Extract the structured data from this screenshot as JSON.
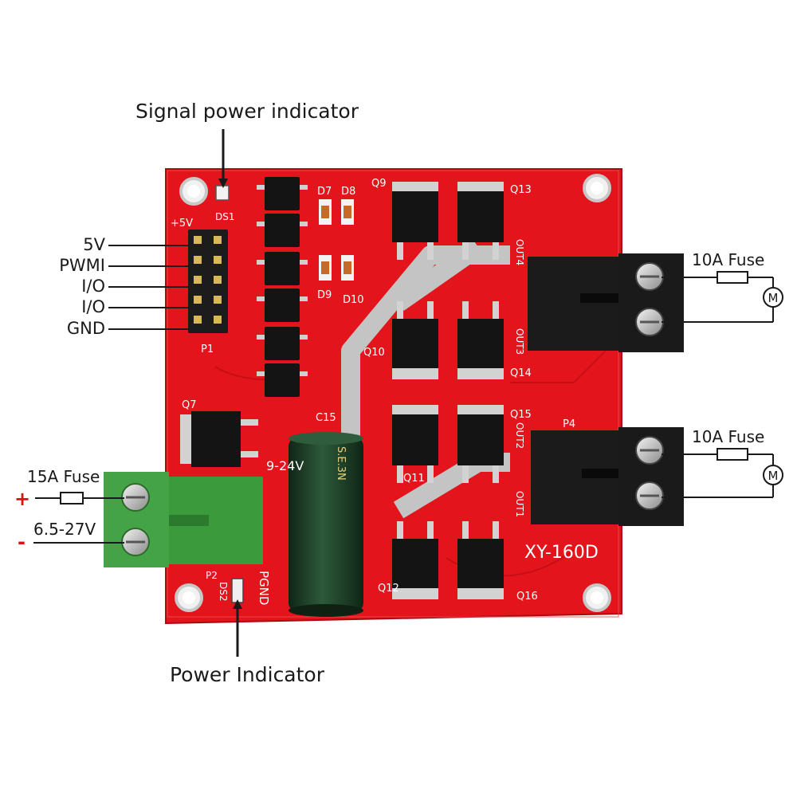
{
  "annotations": {
    "signal_power_indicator": "Signal power indicator",
    "power_indicator": "Power Indicator",
    "fuse_input": "15A Fuse",
    "fuse_out_a": "10A Fuse",
    "fuse_out_b": "10A Fuse",
    "voltage_range": "6.5-27V",
    "plus_sign": "+",
    "minus_sign": "-",
    "motor_symbol": "M"
  },
  "header_pins": [
    "5V",
    "PWMI",
    "I/O",
    "I/O",
    "GND"
  ],
  "silkscreen": {
    "board_name": "XY-160D",
    "pgnd": "PGND",
    "vin": "9-24V",
    "plus5v": "+5V",
    "ds1": "DS1",
    "ds2": "DS2",
    "p1": "P1",
    "p2": "P2",
    "p4": "P4",
    "q7": "Q7",
    "q9": "Q9",
    "q10": "Q10",
    "q11": "Q11",
    "q12": "Q12",
    "q13": "Q13",
    "q14": "Q14",
    "q15": "Q15",
    "q16": "Q16",
    "c15": "C15",
    "d7": "D7",
    "d8": "D8",
    "d9": "D9",
    "d10": "D10",
    "out1": "OUT1",
    "out2": "OUT2",
    "out3": "OUT3",
    "out4": "OUT4",
    "cap_print": "S.E.3N"
  },
  "colors": {
    "board": "#e3141b",
    "board_dark": "#b80d12",
    "trace": "#c9c9c9",
    "terminal_green": "#3f9a3f",
    "terminal_black": "#181818",
    "capacitor": "#1d3a26",
    "chip": "#141414"
  }
}
